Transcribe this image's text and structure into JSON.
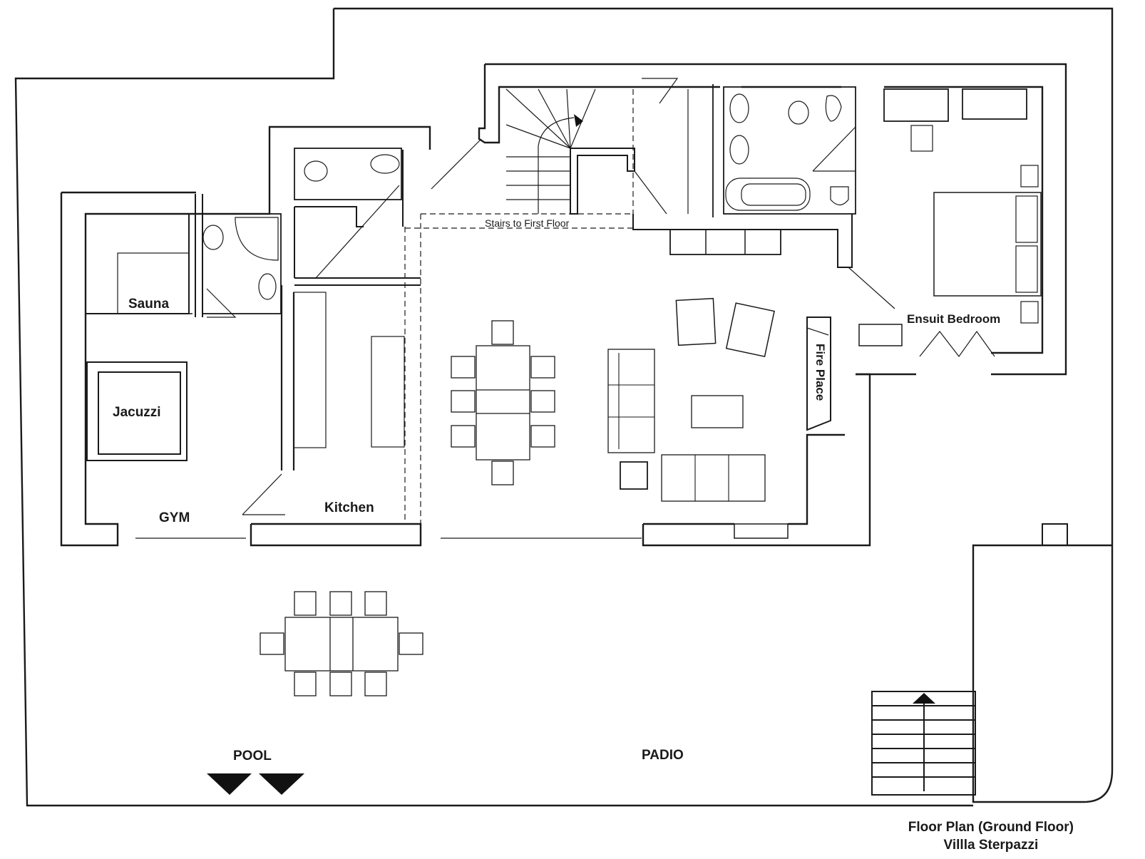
{
  "plan": {
    "title": "Floor Plan  (Ground Floor)",
    "subtitle": "Villla Sterpazzi",
    "line_color": "#1a1a1a",
    "thin_line_color": "#444444",
    "background": "#ffffff"
  },
  "rooms": {
    "sauna": "Sauna",
    "jacuzzi": "Jacuzzi",
    "gym": "GYM",
    "kitchen": "Kitchen",
    "stairs": "Stairs to First Floor",
    "fireplace": "Fire Place",
    "bedroom": "Ensuit Bedroom",
    "pool": "POOL",
    "patio": "PADIO"
  },
  "symbols": {
    "pool_markers": [
      "down-triangle-icon",
      "down-triangle-icon"
    ],
    "stair_arrow": "up-arrow-icon",
    "stair_turn_arrow": "curved-arrow-icon"
  },
  "furniture": {
    "dining_chairs_inside": 8,
    "patio_table_chairs": 8,
    "exterior_steps": 8
  }
}
